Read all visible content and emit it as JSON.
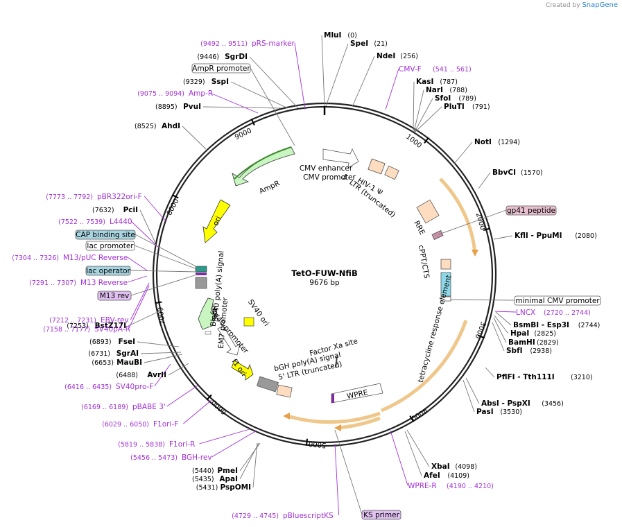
{
  "brand": {
    "prefix": "Created by",
    "name": "SnapGene"
  },
  "plasmid": {
    "name": "TetO-FUW-NfiB",
    "size": "9676 bp",
    "length": 9676
  },
  "colors": {
    "primer": "#a12fd6",
    "backbone": "#222222",
    "ampr": "#c8f5c0",
    "ori": "#ffff00",
    "orange_arrow": "#f0c78a",
    "ltr": "#fddcc0",
    "label_box_pink": "#e8c0d0",
    "label_box_blue": "#a8d4e0",
    "label_box_purple": "#e0c0f0"
  },
  "ticks": [
    "1000",
    "2000",
    "3000",
    "4000",
    "5000",
    "6000",
    "7000",
    "8000",
    "9000"
  ],
  "sites": [
    {
      "name": "MluI",
      "pos": "(0)"
    },
    {
      "name": "SpeI",
      "pos": "(21)"
    },
    {
      "name": "NdeI",
      "pos": "(256)"
    },
    {
      "name": "KasI",
      "pos": "(787)"
    },
    {
      "name": "NarI",
      "pos": "(788)"
    },
    {
      "name": "SfoI",
      "pos": "(789)"
    },
    {
      "name": "PluTI",
      "pos": "(791)"
    },
    {
      "name": "NotI",
      "pos": "(1294)"
    },
    {
      "name": "BbvCI",
      "pos": "(1570)"
    },
    {
      "name": "KflI - PpuMI",
      "pos": "(2080)"
    },
    {
      "name": "BsmBI - Esp3I",
      "pos": "(2744)"
    },
    {
      "name": "HpaI",
      "pos": "(2825)"
    },
    {
      "name": "BamHI",
      "pos": "(2829)"
    },
    {
      "name": "SbfI",
      "pos": "(2938)"
    },
    {
      "name": "PflFI - Tth111I",
      "pos": "(3210)"
    },
    {
      "name": "AbsI - PspXI",
      "pos": "(3456)"
    },
    {
      "name": "PasI",
      "pos": "(3530)"
    },
    {
      "name": "XbaI",
      "pos": "(4098)"
    },
    {
      "name": "AfeI",
      "pos": "(4109)"
    },
    {
      "name": "PmeI",
      "pos": "(5440)"
    },
    {
      "name": "ApaI",
      "pos": "(5435)"
    },
    {
      "name": "PspOMI",
      "pos": "(5431)"
    },
    {
      "name": "AvrII",
      "pos": "(6488)"
    },
    {
      "name": "MauBI",
      "pos": "(6653)"
    },
    {
      "name": "SgrAI",
      "pos": "(6731)"
    },
    {
      "name": "FseI",
      "pos": "(6893)"
    },
    {
      "name": "BstZ17I",
      "pos": "(7253)"
    },
    {
      "name": "PciI",
      "pos": "(7632)"
    },
    {
      "name": "AhdI",
      "pos": "(8525)"
    },
    {
      "name": "PvuI",
      "pos": "(8895)"
    },
    {
      "name": "SspI",
      "pos": "(9329)"
    },
    {
      "name": "SgrDI",
      "pos": "(9446)"
    }
  ],
  "primers": [
    {
      "name": "pRS-marker",
      "pos": "(9492 .. 9511)"
    },
    {
      "name": "Amp-R",
      "pos": "(9075 .. 9094)"
    },
    {
      "name": "CMV-F",
      "pos": "(541 .. 561)"
    },
    {
      "name": "pBR322ori-F",
      "pos": "(7773 .. 7792)"
    },
    {
      "name": "L4440",
      "pos": "(7522 .. 7539)"
    },
    {
      "name": "M13/pUC Reverse",
      "pos": "(7304 .. 7326)"
    },
    {
      "name": "M13 Reverse",
      "pos": "(7291 .. 7307)"
    },
    {
      "name": "EBV-rev",
      "pos": "(7212 .. 7231)"
    },
    {
      "name": "SV40pA-R",
      "pos": "(7158 .. 7177)"
    },
    {
      "name": "SV40pro-F",
      "pos": "(6416 .. 6435)"
    },
    {
      "name": "pBABE 3'",
      "pos": "(6169 .. 6189)"
    },
    {
      "name": "F1ori-F",
      "pos": "(6029 .. 6050)"
    },
    {
      "name": "F1ori-R",
      "pos": "(5819 .. 5838)"
    },
    {
      "name": "BGH-rev",
      "pos": "(5456 .. 5473)"
    },
    {
      "name": "pBluescriptKS",
      "pos": "(4729 .. 4745)"
    },
    {
      "name": "WPRE-R",
      "pos": "(4190 .. 4210)"
    },
    {
      "name": "LNCX",
      "pos": "(2720 .. 2744)"
    }
  ],
  "boxed_labels": [
    {
      "name": "AmpR promoter"
    },
    {
      "name": "gp41 peptide"
    },
    {
      "name": "minimal CMV promoter"
    },
    {
      "name": "CAP binding site"
    },
    {
      "name": "lac promoter"
    },
    {
      "name": "lac operator"
    },
    {
      "name": "M13 rev"
    },
    {
      "name": "KS primer"
    }
  ],
  "features": [
    {
      "name": "AmpR"
    },
    {
      "name": "ori"
    },
    {
      "name": "CMV enhancer"
    },
    {
      "name": "CMV promoter"
    },
    {
      "name": "HIV-1 Ψ"
    },
    {
      "name": "5' LTR (truncated)"
    },
    {
      "name": "RRE"
    },
    {
      "name": "cPPT/CTS"
    },
    {
      "name": "tetracycline response element"
    },
    {
      "name": "SV40 poly(A) signal"
    },
    {
      "name": "EM7 promoter"
    },
    {
      "name": "BleoR"
    },
    {
      "name": "SV40 ori"
    },
    {
      "name": "SV40 promoter"
    },
    {
      "name": "f1 ori"
    },
    {
      "name": "bGH poly(A) signal"
    },
    {
      "name": "5' LTR (truncated)"
    },
    {
      "name": "Factor Xa site"
    },
    {
      "name": "WPRE"
    }
  ]
}
